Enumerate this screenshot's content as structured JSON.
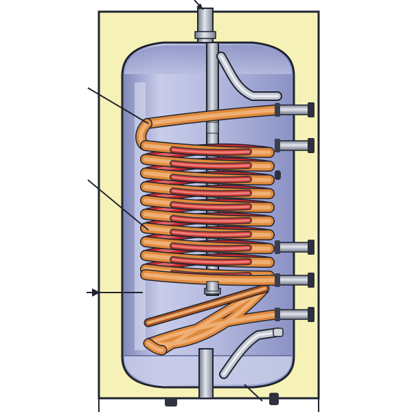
{
  "diagram": {
    "subject": "hot-water-storage-tank-with-twin-coil-heat-exchanger",
    "colors": {
      "background": "#ffffff",
      "insulation": "#f6f1b6",
      "outline": "#1f2430",
      "tank_body": "#b2b7dc",
      "tank_highlight": "#d9dcf2",
      "tank_shadow": "#7f86b8",
      "water_bottom": "#c7cbe8",
      "pipe_steel": "#9aa0ae",
      "pipe_steel_light": "#d7dbe4",
      "coil_copper": "#e08a3c",
      "coil_copper_dark": "#a8541c",
      "coil_red": "#c8282e",
      "coil_red_dark": "#7e1116"
    },
    "upper_coil_turns": 10,
    "lower_coil_turns": 3,
    "side_connections": 6,
    "callout_lines": 4,
    "feet": 2
  }
}
